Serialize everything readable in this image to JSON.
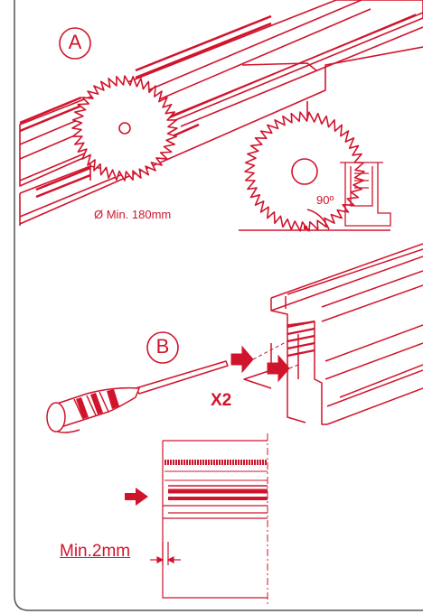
{
  "step_a": {
    "letter": "A",
    "saw_diameter": "Ø Min. 180mm",
    "angle": "90º"
  },
  "step_b": {
    "letter": "B",
    "quantity": "X2",
    "min_gap": "Min.2mm"
  },
  "colors": {
    "accent": "#d0142c",
    "stroke": "#d0142c",
    "frame": "#555555"
  }
}
